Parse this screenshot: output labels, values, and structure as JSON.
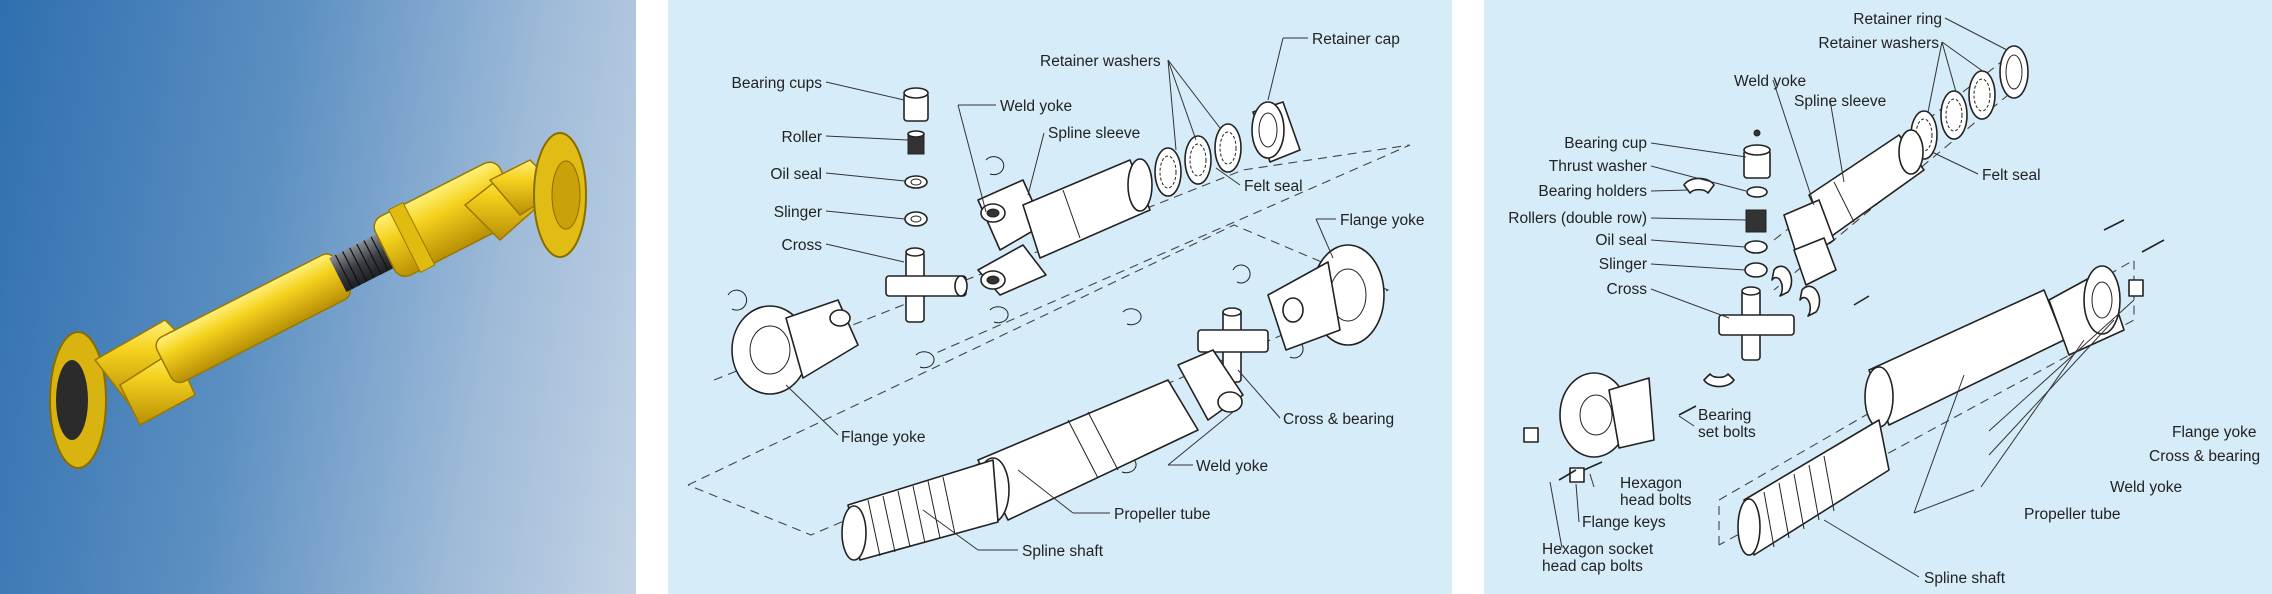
{
  "diagram_a": {
    "labels": {
      "bearing_cups": "Bearing cups",
      "roller": "Roller",
      "oil_seal": "Oil seal",
      "slinger": "Slinger",
      "cross": "Cross",
      "weld_yoke_top": "Weld yoke",
      "spline_sleeve": "Spline sleeve",
      "retainer_washers": "Retainer washers",
      "retainer_cap": "Retainer cap",
      "felt_seal": "Felt seal",
      "flange_yoke_right": "Flange yoke",
      "flange_yoke_left": "Flange yoke",
      "cross_bearing": "Cross & bearing",
      "weld_yoke_bottom": "Weld yoke",
      "propeller_tube": "Propeller tube",
      "spline_shaft": "Spline shaft"
    }
  },
  "diagram_b": {
    "labels": {
      "retainer_ring": "Retainer ring",
      "retainer_washers": "Retainer washers",
      "weld_yoke_top": "Weld yoke",
      "spline_sleeve": "Spline sleeve",
      "bearing_cup": "Bearing cup",
      "thrust_washer": "Thrust washer",
      "bearing_holders": "Bearing holders",
      "rollers_double": "Rollers (double row)",
      "oil_seal": "Oil seal",
      "slinger": "Slinger",
      "cross": "Cross",
      "felt_seal": "Felt seal",
      "bearing_set_bolts_1": "Bearing",
      "bearing_set_bolts_2": "set bolts",
      "hex_head_bolts_1": "Hexagon",
      "hex_head_bolts_2": "head bolts",
      "flange_keys": "Flange keys",
      "hex_socket_1": "Hexagon socket",
      "hex_socket_2": "head cap bolts",
      "flange_yoke": "Flange yoke",
      "cross_bearing": "Cross & bearing",
      "weld_yoke_bottom": "Weld yoke",
      "propeller_tube": "Propeller tube",
      "spline_shaft": "Spline shaft"
    }
  },
  "colors": {
    "photo_gradient_start": "#2f6fae",
    "photo_gradient_end": "#c4d4e6",
    "diagram_background": "#d7ecf9",
    "shaft_yellow": "#f2cf1c"
  }
}
